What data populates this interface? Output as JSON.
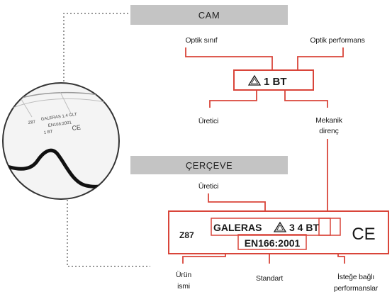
{
  "colors": {
    "accent": "#d9453a",
    "header_bg": "#c4c4c4",
    "text": "#1a1a1a"
  },
  "lens_section": {
    "header": "CAM",
    "label_optical_class": "Optik sınıf",
    "label_optical_performance": "Optik performans",
    "marking_symbol": "warning-triangle-icon",
    "marking": "1 BT",
    "label_manufacturer": "Üretici",
    "label_mechanical_line1": "Mekanik",
    "label_mechanical_line2": "direnç"
  },
  "frame_section": {
    "header": "ÇERÇEVE",
    "label_manufacturer": "Üretici",
    "prefix": "Z87",
    "name": "GALERAS",
    "marking": "3 4 BT",
    "standard": "EN166:2001",
    "ce_mark": "CE",
    "label_product_line1": "Ürün",
    "label_product_line2": "ismi",
    "label_standard": "Standart",
    "label_optional_line1": "İsteğe bağlı",
    "label_optional_line2": "performanslar"
  },
  "lens_closeup": {
    "text_line1": "GALERAS 1.4 GLT",
    "text_line2": "EN166:2001",
    "text_line3": "1 BT",
    "text_line4": "Z87",
    "ce_mark": "CE"
  }
}
